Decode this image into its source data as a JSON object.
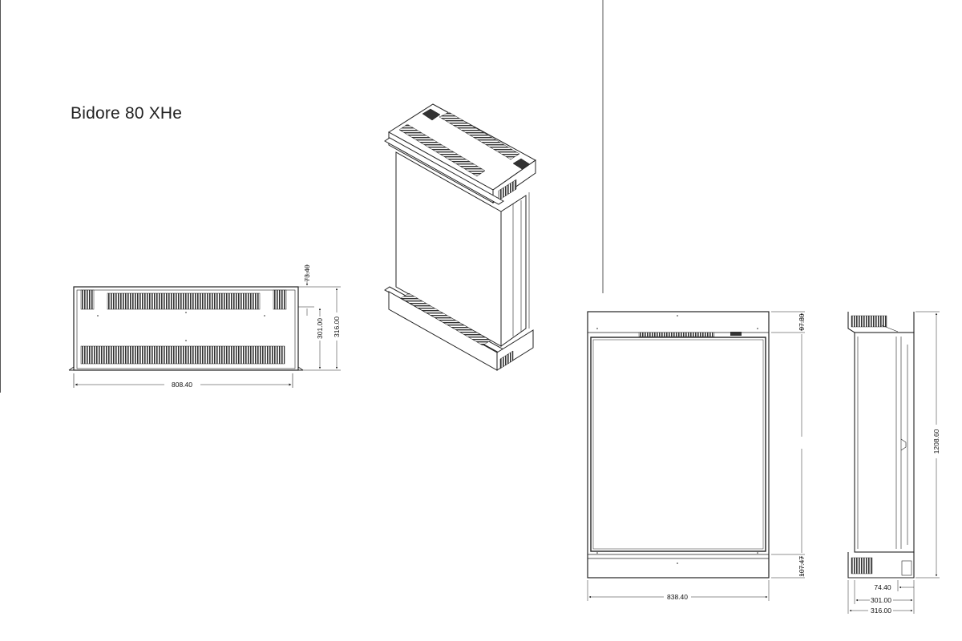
{
  "title": "Bidore 80 XHe",
  "top_view": {
    "width": "808.40",
    "depth_total": "316.00",
    "depth_body": "301.00",
    "offset": "73.40"
  },
  "front_view": {
    "width": "838.40",
    "top_section": "97.80",
    "bottom_section": "107.47"
  },
  "side_view": {
    "height": "1208.60",
    "depth_a": "74.40",
    "depth_b": "301.00",
    "depth_c": "316.00"
  }
}
